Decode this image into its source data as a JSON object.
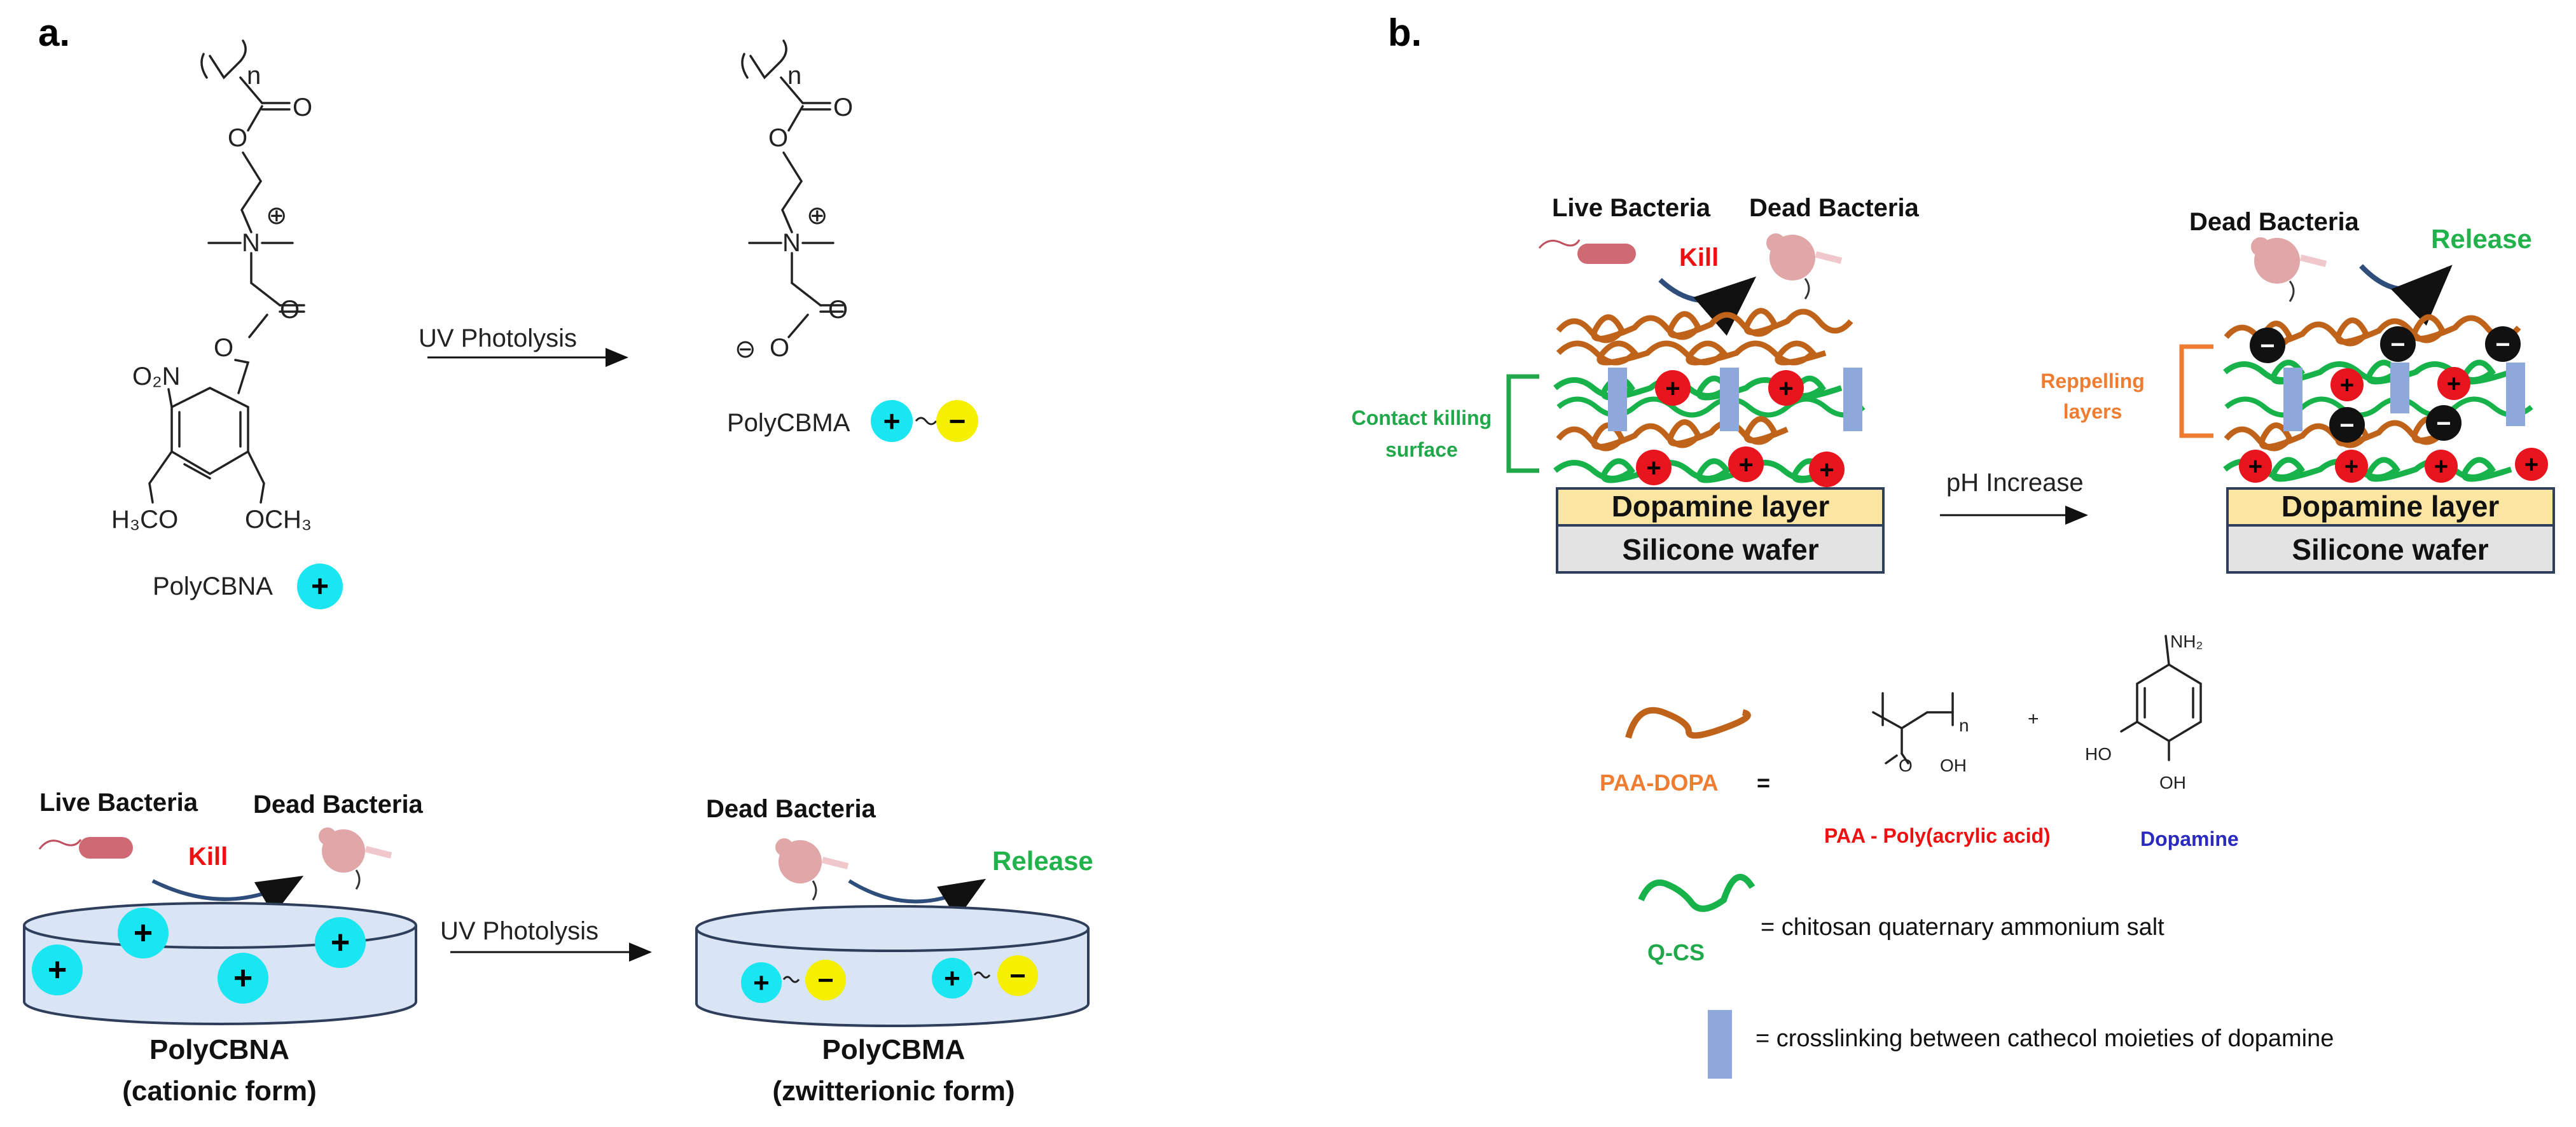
{
  "panel_a": {
    "label": "a.",
    "cbna_structure": {
      "n": "n",
      "o_carbonyl_1": "O",
      "o_ester_1": "O",
      "n_atom": "N",
      "charge": "⊕",
      "o_carbonyl_2": "O",
      "o_ester_2": "O",
      "nitro": "O₂N",
      "methoxy_left": "H₃CO",
      "methoxy_right": "OCH₃"
    },
    "cbna_name": "PolyCBNA",
    "reaction_label": "UV Photolysis",
    "cbma_structure": {
      "n": "n",
      "o_carbonyl_1": "O",
      "o_ester_1": "O",
      "n_atom": "N",
      "charge": "⊕",
      "o_carbonyl_2": "O",
      "o_anion": "O",
      "anion_charge": "⊖"
    },
    "cbma_name": "PolyCBMA",
    "plus": "+",
    "minus": "−",
    "bottom": {
      "live_bacteria": "Live Bacteria",
      "dead_bacteria_left": "Dead Bacteria",
      "kill": "Kill",
      "uv_label": "UV Photolysis",
      "dead_bacteria_right": "Dead Bacteria",
      "release": "Release",
      "left_caption_1": "PolyCBNA",
      "left_caption_2": "(cationic form)",
      "right_caption_1": "PolyCBMA",
      "right_caption_2": "(zwitterionic form)"
    }
  },
  "panel_b": {
    "label": "b.",
    "left": {
      "live_bacteria": "Live Bacteria",
      "dead_bacteria": "Dead Bacteria",
      "kill": "Kill",
      "side_label_1": "Contact killing",
      "side_label_2": "surface",
      "dopamine_layer": "Dopamine layer",
      "silicone_wafer": "Silicone wafer"
    },
    "arrow_label": "pH Increase",
    "right": {
      "dead_bacteria": "Dead Bacteria",
      "release": "Release",
      "side_label_1": "Reppelling",
      "side_label_2": "layers",
      "dopamine_layer": "Dopamine layer",
      "silicone_wafer": "Silicone wafer"
    },
    "legend": {
      "paa_dopa": "PAA-DOPA",
      "equals": "=",
      "plus": "+",
      "paa_n": "n",
      "paa_o": "O",
      "paa_oh": "OH",
      "dop_nh2": "NH₂",
      "dop_ho": "HO",
      "dop_oh": "OH",
      "paa_name": "PAA - Poly(acrylic acid)",
      "dopamine_name": "Dopamine",
      "qcs": "Q-CS",
      "qcs_desc": "= chitosan quaternary ammonium salt",
      "crosslink_desc": "= crosslinking between cathecol moieties of dopamine"
    }
  },
  "colors": {
    "cyan": "#19e6f0",
    "yellow": "#f5f000",
    "red": "#e8141e",
    "orange_chain": "#c0631a",
    "green_chain": "#17b24a",
    "crosslink": "#8fa8dc",
    "kill_red": "#ee1111",
    "release_green": "#22b24c",
    "side_green": "#21a84a",
    "side_orange": "#ee7d31",
    "dopamine_fill": "#fbe5a3",
    "silicone_fill": "#e3e3e3",
    "dish_fill": "#d9e4f4",
    "arrow_blue": "#2f4d7a",
    "paa_red": "#ee1111",
    "dopamine_blue": "#2a2ac0"
  }
}
